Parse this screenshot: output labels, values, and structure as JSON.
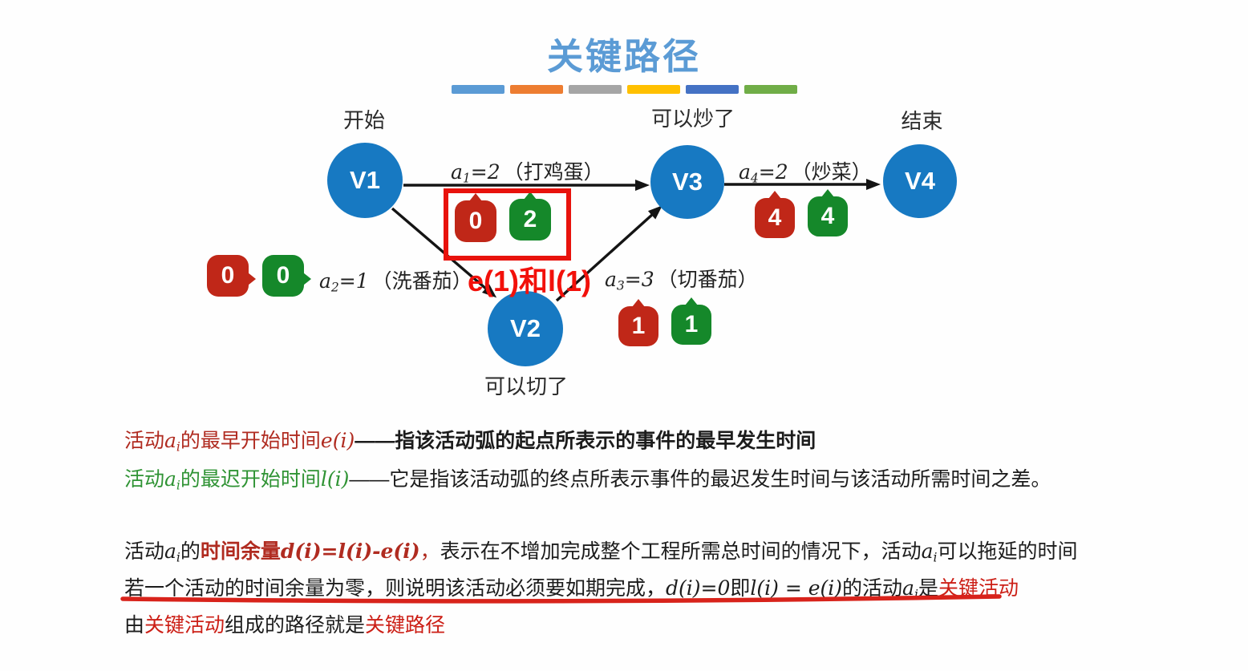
{
  "title": "关键路径",
  "accent_bar_colors": [
    "#5b9bd5",
    "#ed7d31",
    "#a5a5a5",
    "#ffc000",
    "#4472c4",
    "#70ad47"
  ],
  "colors": {
    "title_blue": "#5b9bd5",
    "node_blue": "#1779c2",
    "badge_red": "#c02718",
    "badge_green": "#15882a",
    "highlight_red": "#e8120c",
    "annotation_red": "#f2100a",
    "definition_red": "#b02b20",
    "definition_green": "#2f9334",
    "keyword_red": "#cc1f16"
  },
  "diagram": {
    "nodes": [
      {
        "id": "V1",
        "label": "V1",
        "caption": "开始"
      },
      {
        "id": "V2",
        "label": "V2",
        "caption": "可以切了"
      },
      {
        "id": "V3",
        "label": "V3",
        "caption": "可以炒了"
      },
      {
        "id": "V4",
        "label": "V4",
        "caption": "结束"
      }
    ],
    "edges": [
      {
        "id": "a1",
        "from": "V1",
        "to": "V3",
        "duration": "2",
        "note": "打鸡蛋",
        "e": "0",
        "l": "2",
        "label_segments": [
          {
            "t": "a",
            "c": "m"
          },
          {
            "t": "1",
            "c": "ms"
          },
          {
            "t": "=2",
            "c": "m"
          },
          {
            "t": "（打鸡蛋）",
            "c": "n"
          }
        ]
      },
      {
        "id": "a2",
        "from": "V1",
        "to": "V2",
        "duration": "1",
        "note": "洗番茄",
        "e": "0",
        "l": "0",
        "label_segments": [
          {
            "t": "a",
            "c": "m"
          },
          {
            "t": "2",
            "c": "ms"
          },
          {
            "t": "=1",
            "c": "m"
          },
          {
            "t": "（洗番茄）",
            "c": "n"
          }
        ]
      },
      {
        "id": "a3",
        "from": "V2",
        "to": "V3",
        "duration": "3",
        "note": "切番茄",
        "e": "1",
        "l": "1",
        "label_segments": [
          {
            "t": "a",
            "c": "m"
          },
          {
            "t": "3",
            "c": "ms"
          },
          {
            "t": "=3",
            "c": "m"
          },
          {
            "t": "（切番茄）",
            "c": "n"
          }
        ]
      },
      {
        "id": "a4",
        "from": "V3",
        "to": "V4",
        "duration": "2",
        "note": "炒菜",
        "e": "4",
        "l": "4",
        "label_segments": [
          {
            "t": "a",
            "c": "m"
          },
          {
            "t": "4",
            "c": "ms"
          },
          {
            "t": "=2",
            "c": "m"
          },
          {
            "t": "（炒菜）",
            "c": "n"
          }
        ]
      }
    ],
    "highlight_annotation": "e(1)和l(1)"
  },
  "notes": {
    "line1": [
      {
        "t": "活动",
        "c": "r"
      },
      {
        "t": "a",
        "c": "r m"
      },
      {
        "t": "i",
        "c": "r ms"
      },
      {
        "t": "的最早开始时间",
        "c": "r"
      },
      {
        "t": "e(i)",
        "c": "r m"
      },
      {
        "t": "——指该活动弧的起点所表示的事件的最早发生时间",
        "c": "b"
      }
    ],
    "line2": [
      {
        "t": "活动",
        "c": "g"
      },
      {
        "t": "a",
        "c": "g m"
      },
      {
        "t": "i",
        "c": "g ms"
      },
      {
        "t": "的最迟开始时间",
        "c": "g"
      },
      {
        "t": "l(i)",
        "c": "g m"
      },
      {
        "t": "——它是指该活动弧的终点所表示事件的最迟发生时间与该活动所需时间之差。",
        "c": ""
      }
    ],
    "line3": [
      {
        "t": "活动",
        "c": ""
      },
      {
        "t": "a",
        "c": "m"
      },
      {
        "t": "i",
        "c": "ms"
      },
      {
        "t": "的",
        "c": ""
      },
      {
        "t": "时间余量",
        "c": "r b"
      },
      {
        "t": "d(i)=l(i)-e(i)",
        "c": "r m b"
      },
      {
        "t": "，",
        "c": "r"
      },
      {
        "t": "表示在不增加完成整个工程所需总时间的情况下，活动",
        "c": ""
      },
      {
        "t": "a",
        "c": "m"
      },
      {
        "t": "i",
        "c": "ms"
      },
      {
        "t": "可以拖延的时间",
        "c": ""
      }
    ],
    "line4": [
      {
        "t": "若一个活动的时间余量为零，则说明该活动必须要如期完成，",
        "c": ""
      },
      {
        "t": "d(i)=0",
        "c": "m"
      },
      {
        "t": "即",
        "c": ""
      },
      {
        "t": "l(i) = e(i)",
        "c": "m"
      },
      {
        "t": "的活动",
        "c": ""
      },
      {
        "t": "a",
        "c": "m"
      },
      {
        "t": "i",
        "c": "ms"
      },
      {
        "t": "是",
        "c": ""
      },
      {
        "t": "关键活动",
        "c": "cr"
      }
    ],
    "line5": [
      {
        "t": "由",
        "c": ""
      },
      {
        "t": "关键活动",
        "c": "cr"
      },
      {
        "t": "组成的路径就是",
        "c": ""
      },
      {
        "t": "关键路径",
        "c": "cr"
      }
    ]
  }
}
